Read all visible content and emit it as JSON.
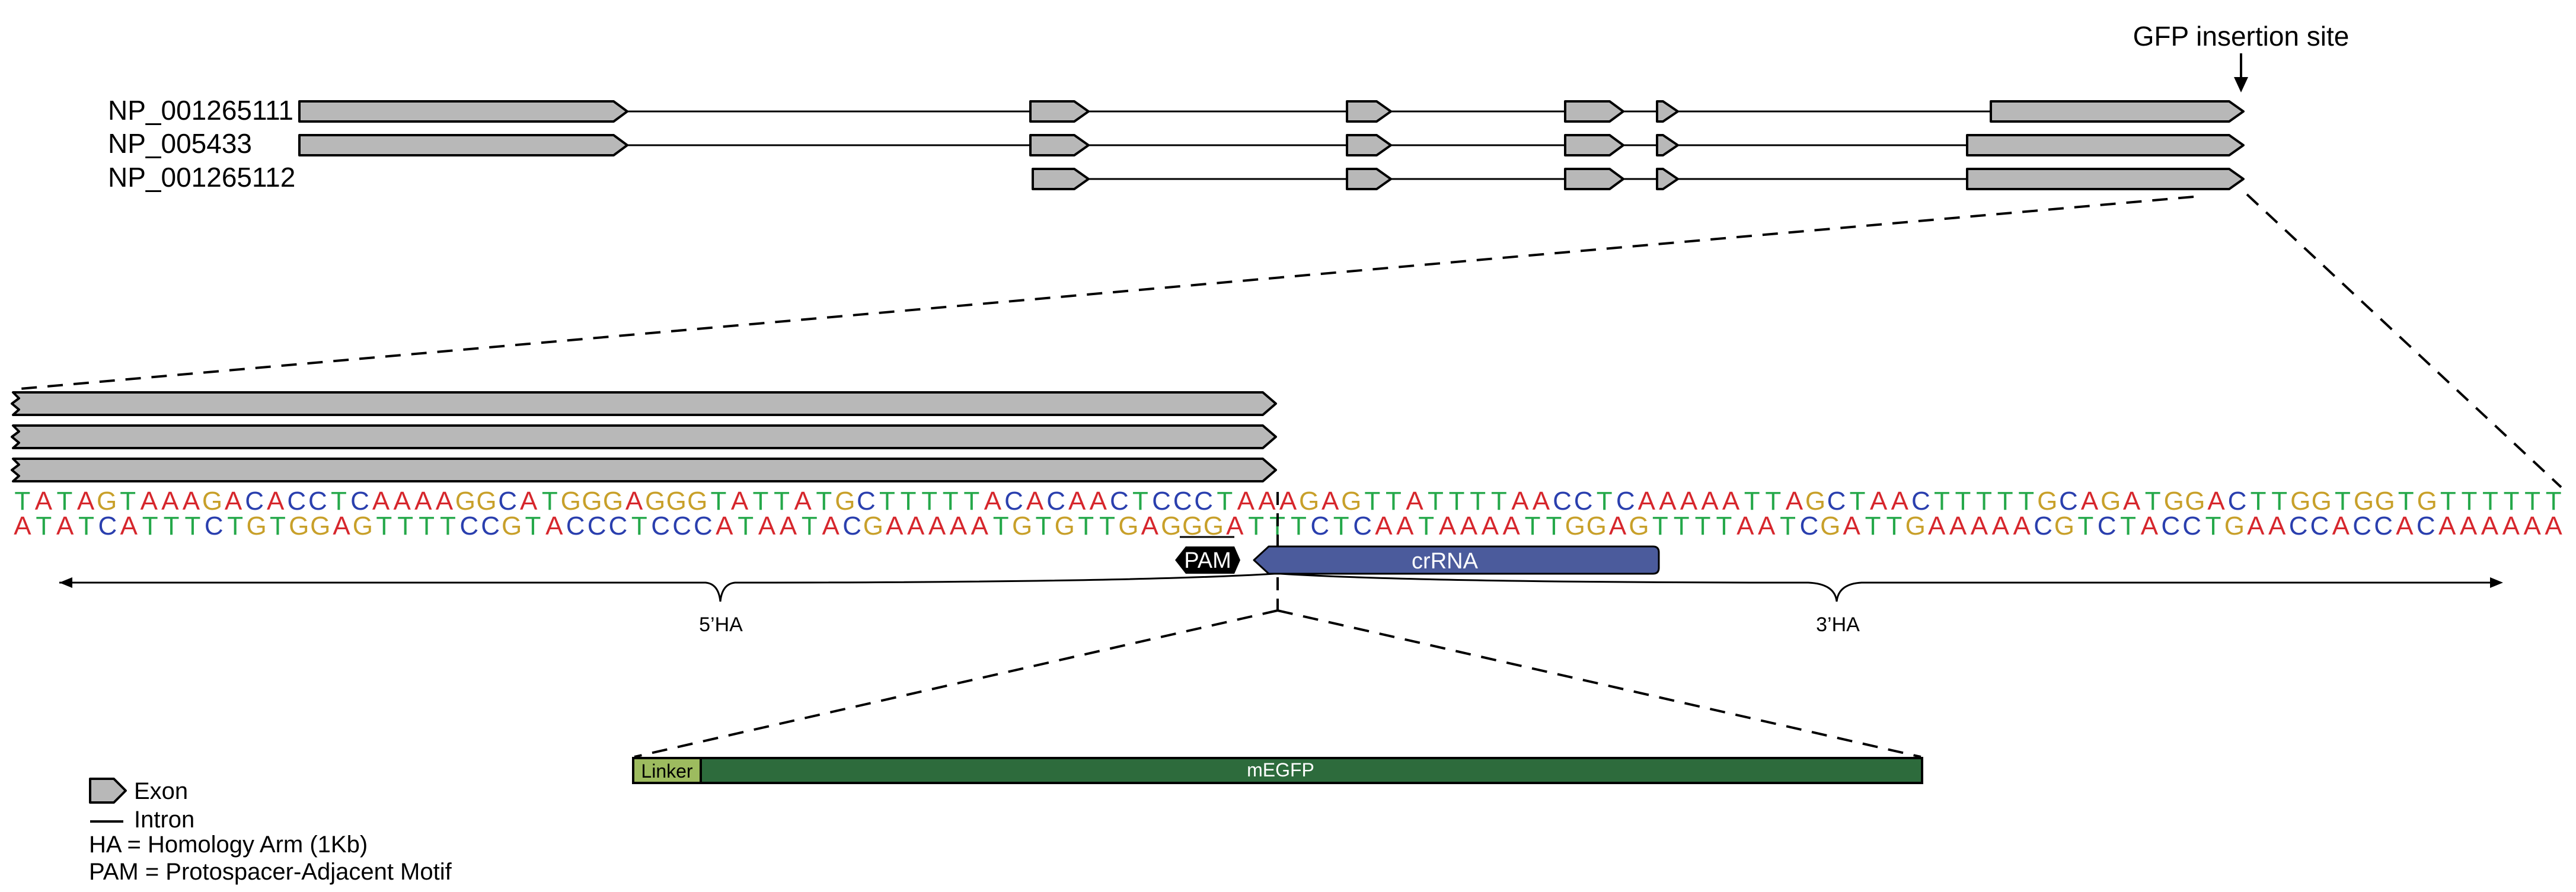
{
  "insertion_label": "GFP insertion site",
  "transcripts": [
    {
      "id": "NP_001265111"
    },
    {
      "id": "NP_005433"
    },
    {
      "id": "NP_001265112"
    }
  ],
  "sequence": {
    "top": "TATAGTAAAGACACCTCAAAAGGCATGGGAGGGTATTATGCTTTTTACACAACTCCCTAAAGAGTTATTTTAACCTCAAAAATTAGCTAACTTTTTGCAGATGGACTTGGTGGTGTTTTTT",
    "bottom": "ATATCATTTCTGTGGAGTTTTCCGTACCCTCCCATAATACGAAAAATGTGTTGAGGGATTTCTCAATAAAATTGGAGTTTTAATCGATTGAAAAACGTCTACCTGAACCACCACAAAAAA"
  },
  "base_colors": {
    "A": "#d6262c",
    "T": "#25a84a",
    "G": "#c8a02a",
    "C": "#2a3fae"
  },
  "colors": {
    "exon_fill": "#b8b8b8",
    "crrna_fill": "#4b5b9c",
    "linker_fill": "#9dbb5f",
    "megfp_fill": "#2d6b3c"
  },
  "pam_label": "PAM",
  "crrna_label": "crRNA",
  "ha5_label": "5’HA",
  "ha3_label": "3’HA",
  "linker_label": "Linker",
  "megfp_label": "mEGFP",
  "legend": {
    "exon": "Exon",
    "intron": "Intron",
    "ha_def": "HA = Homology Arm (1Kb)",
    "pam_def": "PAM = Protospacer-Adjacent Motif"
  }
}
